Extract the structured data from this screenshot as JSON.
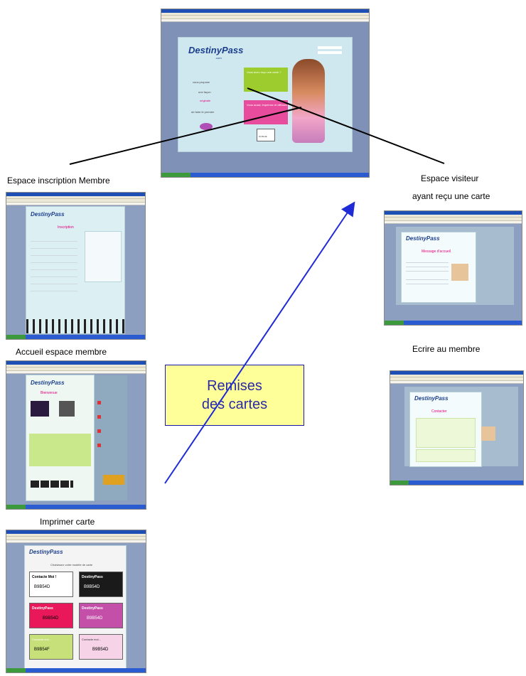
{
  "captions": {
    "membre": "Espace inscription Membre",
    "visiteur_1": "Espace visiteur",
    "visiteur_2": "ayant reçu une carte",
    "accueil": "Accueil espace membre",
    "ecrire": "Ecrire au membre",
    "imprimer": "Imprimer carte"
  },
  "callout": {
    "line1": "Remises",
    "line2": "des cartes"
  },
  "brand": {
    "name": "DestinyPass",
    "suffix": ".com"
  },
  "screens": {
    "main": {
      "pitch": [
        "vous propose",
        "une façon",
        "originale",
        "de faire le premier"
      ],
      "green_box": "Vous avez reçu une carte ?",
      "pink_box": "Vous aussi, imprimez et diffusez vos cartes",
      "card_code": "DLBLHE"
    },
    "inscription": {
      "title": "Inscription"
    },
    "accueil": {
      "title": "Bienvenue"
    },
    "visiteur": {
      "title": "Message d'accueil"
    },
    "ecrire": {
      "title": "Contacter"
    },
    "imprimer": {
      "title": "Choisissez votre modèle de carte",
      "cards": [
        "Contacte Moi !",
        "DestinyPass",
        "DestinyPass",
        "DestinyPass",
        "Contacte moi...",
        "Contacte moi..."
      ],
      "codes": [
        "B9B54D",
        "B9B54D",
        "B9B54D",
        "B9B54D",
        "B9B54F",
        "B9B54D"
      ]
    }
  },
  "colors": {
    "arrow": "#1f2bd6",
    "brand_blue": "#1b3e8c",
    "brand_pink": "#e4007c",
    "callout_fill": "#ffff99"
  }
}
